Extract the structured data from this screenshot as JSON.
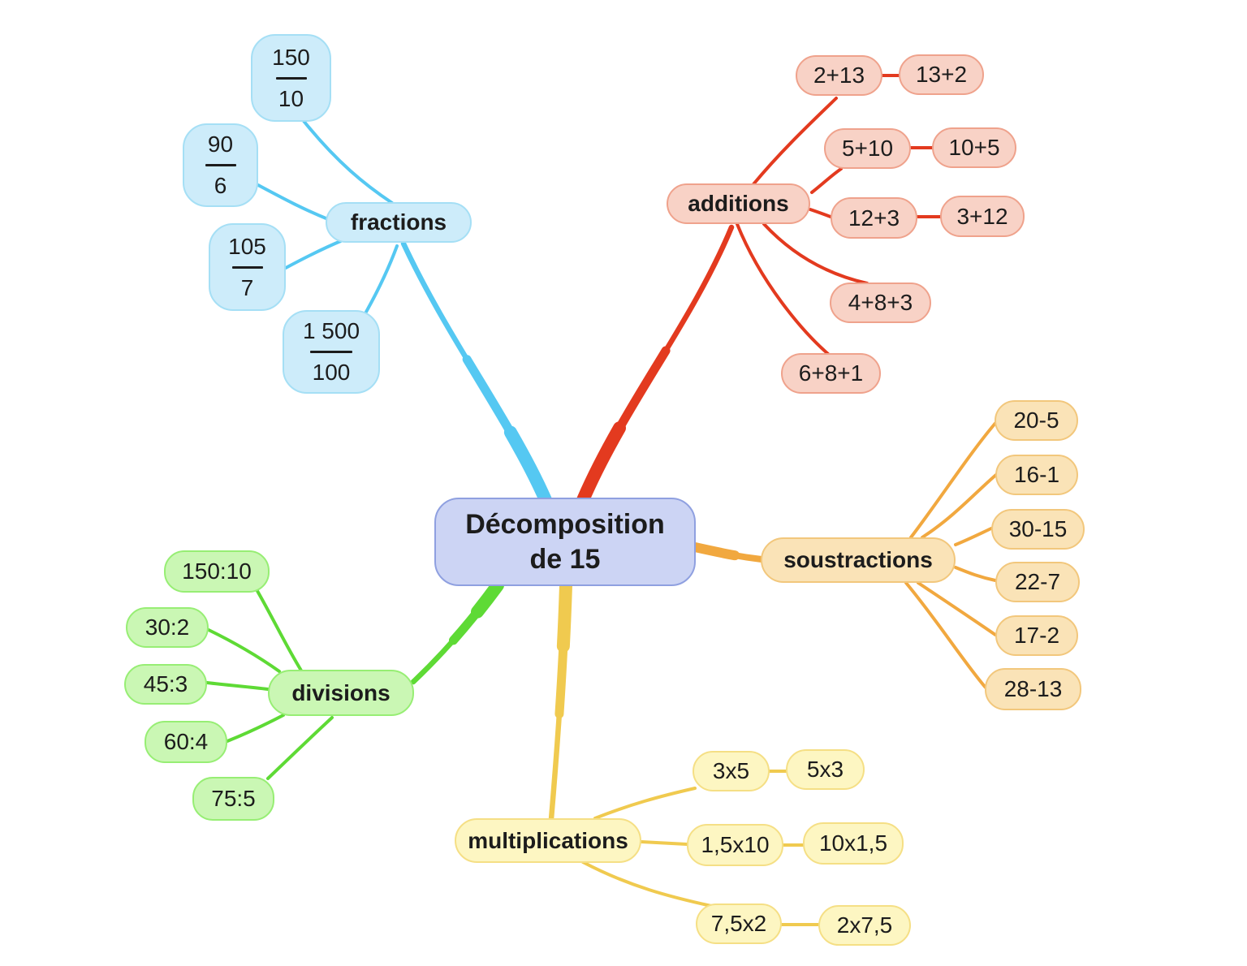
{
  "central": {
    "title": "Décomposition de 15"
  },
  "branches": {
    "fractions": {
      "label": "fractions",
      "children": [
        {
          "num": "150",
          "den": "10"
        },
        {
          "num": "90",
          "den": "6"
        },
        {
          "num": "105",
          "den": "7"
        },
        {
          "num": "1 500",
          "den": "100"
        }
      ]
    },
    "additions": {
      "label": "additions",
      "children": [
        "2+13",
        "13+2",
        "5+10",
        "10+5",
        "12+3",
        "3+12",
        "4+8+3",
        "6+8+1"
      ]
    },
    "soustractions": {
      "label": "soustractions",
      "children": [
        "20-5",
        "16-1",
        "30-15",
        "22-7",
        "17-2",
        "28-13"
      ]
    },
    "divisions": {
      "label": "divisions",
      "children": [
        "150:10",
        "30:2",
        "45:3",
        "60:4",
        "75:5"
      ]
    },
    "multiplications": {
      "label": "multiplications",
      "children": [
        "3x5",
        "5x3",
        "1,5x10",
        "10x1,5",
        "7,5x2",
        "2x7,5"
      ]
    }
  },
  "colors": {
    "central_fill": "#ccd4f4",
    "central_border": "#8fa0e0",
    "fractions_branch": "#55c8f2",
    "fractions_fill": "#cdecfa",
    "fractions_border": "#a5dff5",
    "additions_branch": "#e33a1f",
    "additions_fill": "#f8d2c6",
    "additions_border": "#efa28c",
    "soustractions_branch": "#f1a83f",
    "soustractions_fill": "#fae3b7",
    "soustractions_border": "#f2c77c",
    "divisions_branch": "#5eda35",
    "divisions_fill": "#caf7b4",
    "divisions_border": "#97ee74",
    "multiplications_branch": "#f0ca4f",
    "multiplications_fill": "#fdf6c2",
    "multiplications_border": "#f5df85"
  }
}
